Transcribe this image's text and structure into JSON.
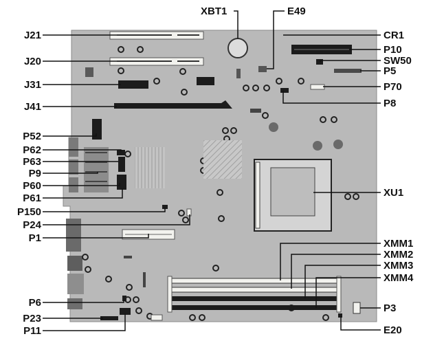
{
  "labels": {
    "xbt1": "XBT1",
    "e49": "E49",
    "j21": "J21",
    "j20": "J20",
    "j31": "J31",
    "j41": "J41",
    "p52": "P52",
    "p62": "P62",
    "p63": "P63",
    "p9": "P9",
    "p60": "P60",
    "p61": "P61",
    "p150": "P150",
    "p24": "P24",
    "p1": "P1",
    "p6": "P6",
    "p23": "P23",
    "p11": "P11",
    "cr1": "CR1",
    "p10": "P10",
    "sw50": "SW50",
    "p5": "P5",
    "p70": "P70",
    "p8": "P8",
    "xu1": "XU1",
    "xmm1": "XMM1",
    "xmm2": "XMM2",
    "xmm3": "XMM3",
    "xmm4": "XMM4",
    "p3": "P3",
    "e20": "E20"
  },
  "colors": {
    "board": "#b9b9b9",
    "board_edge": "#8a8a8a",
    "component_dark": "#1c1c1c",
    "component_mid": "#6e6e6e",
    "slot_light": "#f2f2ee",
    "leader": "#111111"
  }
}
